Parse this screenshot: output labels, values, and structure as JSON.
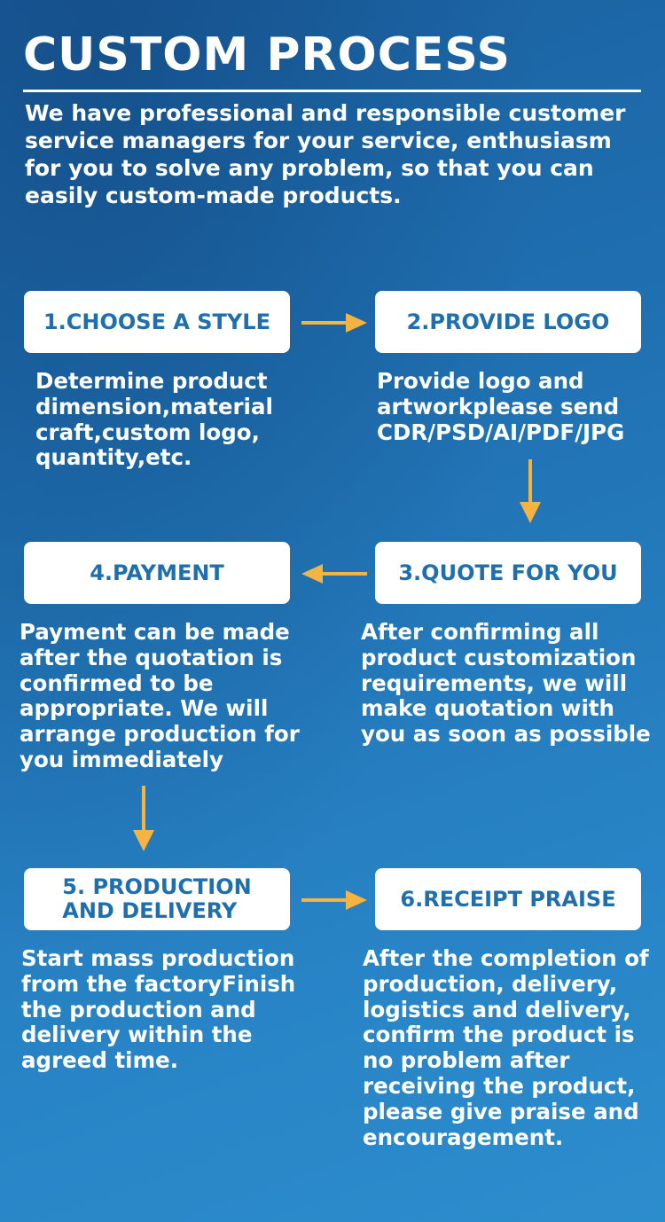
{
  "header": {
    "title": "CUSTOM PROCESS",
    "intro": "We have professional and responsible customer service managers for your service, enthusiasm for you to solve any problem, so that you can easily custom-made products."
  },
  "colors": {
    "background": "#1f6fb0",
    "box": "#ffffff",
    "box_text": "#1f6fae",
    "arrow": "#f5b342"
  },
  "steps": [
    {
      "label": "1.CHOOSE A STYLE",
      "description": "Determine product dimension,material craft,custom logo, quantity,etc."
    },
    {
      "label": "2.PROVIDE LOGO",
      "description": "Provide logo and artworkplease send CDR/PSD/AI/PDF/JPG"
    },
    {
      "label": "3.QUOTE FOR YOU",
      "description": "After confirming all product customization requirements, we will make quotation with you as soon as possible"
    },
    {
      "label": "4.PAYMENT",
      "description": "Payment can be made after the quotation is confirmed to be appropriate. We will arrange production for you immediately"
    },
    {
      "label": "5. PRODUCTION\n AND DELIVERY",
      "description": "Start mass production from the factoryFinish the production and delivery within the agreed time."
    },
    {
      "label": "6.RECEIPT PRAISE",
      "description": "After the completion of production, delivery, logistics and delivery, confirm the product is no problem after receiving the product, please give praise and encouragement."
    }
  ],
  "arrows": [
    {
      "name": "arrow-right-icon",
      "direction": "right"
    },
    {
      "name": "arrow-down-icon",
      "direction": "down"
    },
    {
      "name": "arrow-left-icon",
      "direction": "left"
    },
    {
      "name": "arrow-down-icon",
      "direction": "down"
    },
    {
      "name": "arrow-right-icon",
      "direction": "right"
    }
  ]
}
